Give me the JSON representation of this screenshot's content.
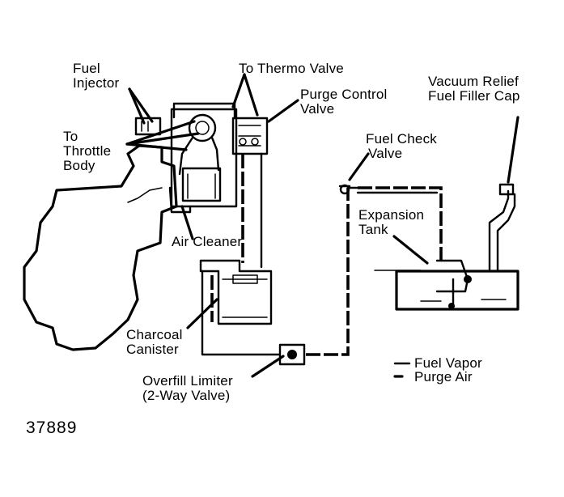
{
  "labels": {
    "fuel_injector": [
      "Fuel",
      "Injector"
    ],
    "to_throttle_body": [
      "To",
      "Throttle",
      "Body"
    ],
    "to_thermo_valve": "To Thermo Valve",
    "purge_control_valve": [
      "Purge Control",
      "Valve"
    ],
    "vacuum_relief_cap": [
      "Vacuum Relief",
      "Fuel Filler Cap"
    ],
    "fuel_check_valve": [
      "Fuel Check",
      "Valve"
    ],
    "expansion_tank": [
      "Expansion",
      "Tank"
    ],
    "air_cleaner": "Air Cleaner",
    "charcoal_canister": [
      "Charcoal",
      "Canister"
    ],
    "overfill_limiter": [
      "Overfill Limiter",
      "(2-Way Valve)"
    ]
  },
  "legend": {
    "fuel_vapor": "Fuel Vapor",
    "purge_air": "Purge Air"
  },
  "figure_code": "37889"
}
